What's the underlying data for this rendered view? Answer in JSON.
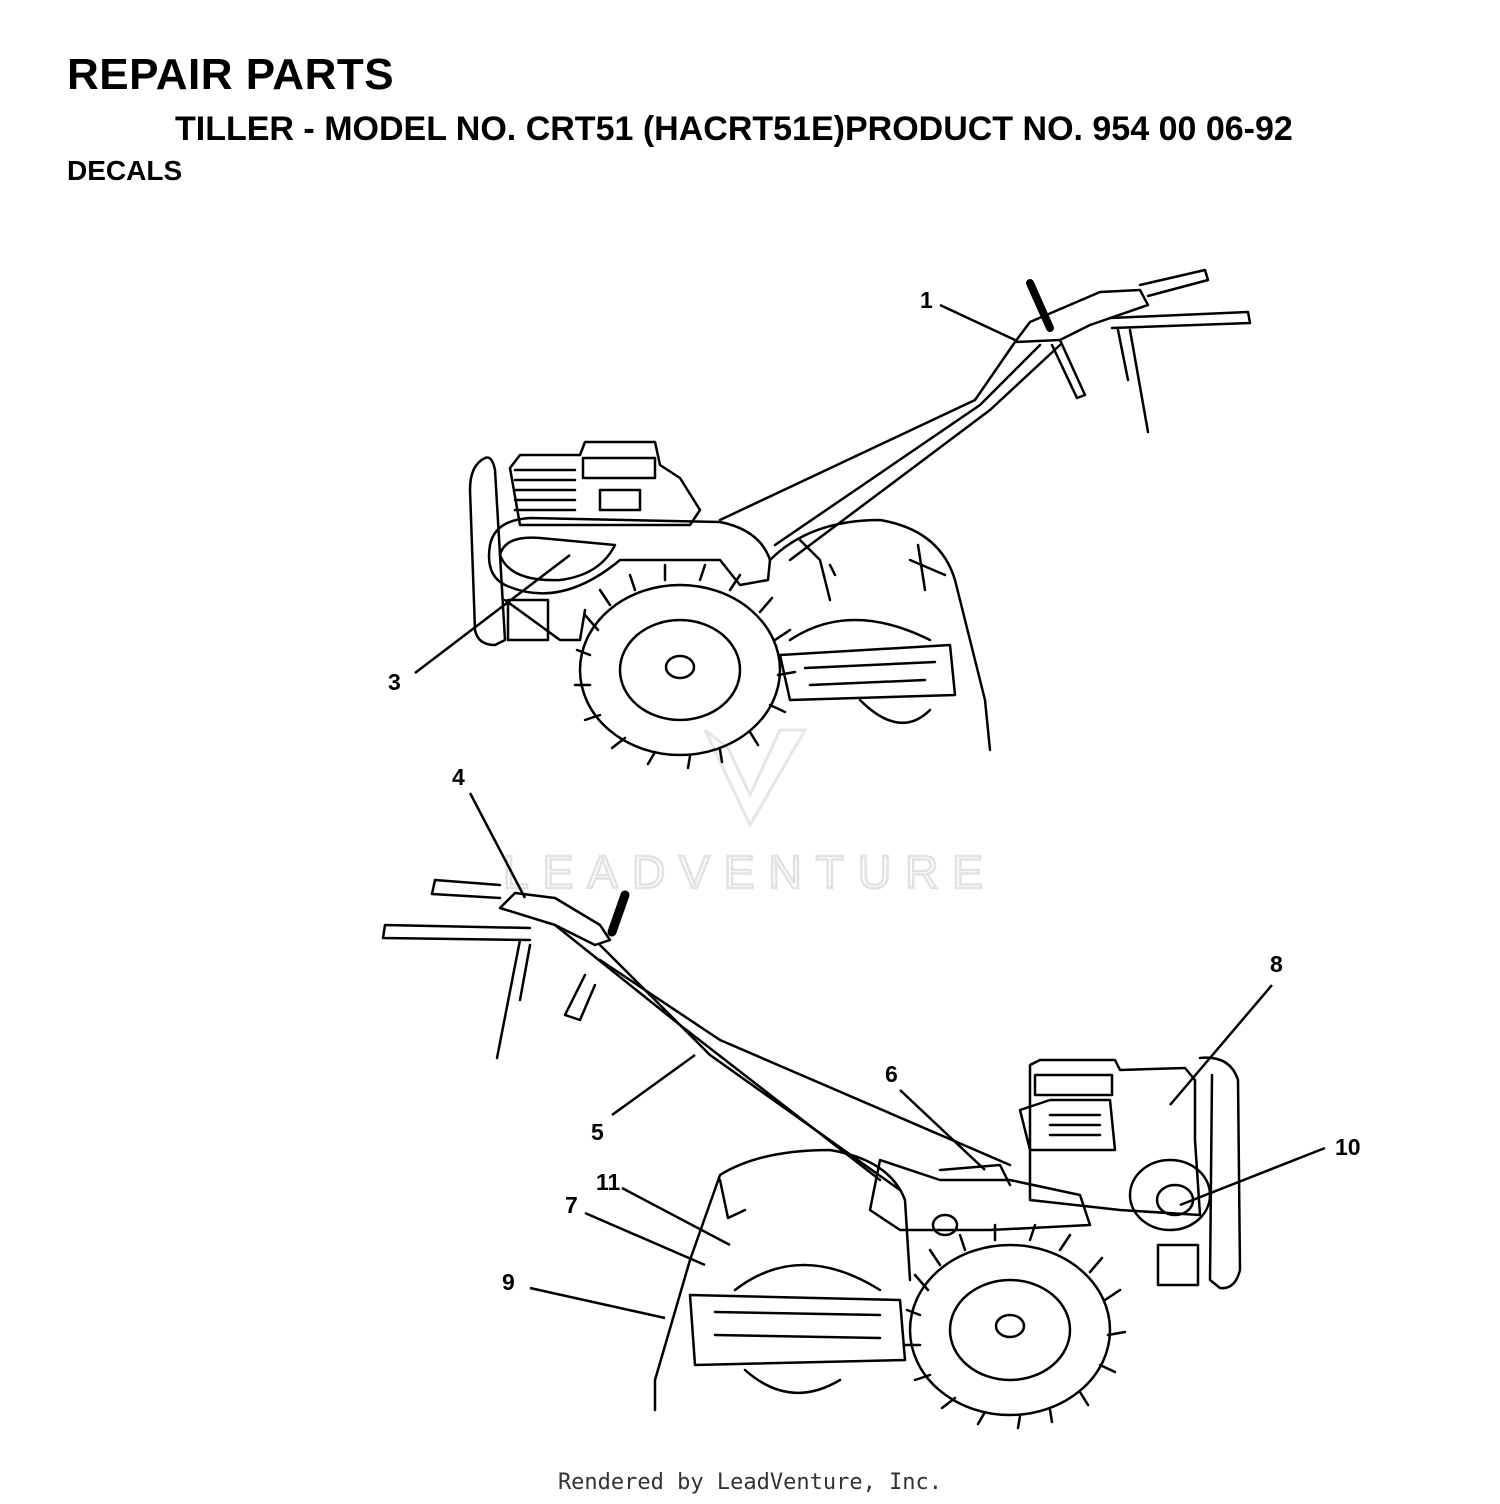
{
  "header": {
    "title": "REPAIR PARTS",
    "subtitle": "TILLER - MODEL NO. CRT51 (HACRT51E)PRODUCT NO. 954 00 06-92",
    "section": "DECALS"
  },
  "callouts": [
    {
      "label": "1"
    },
    {
      "label": "3"
    },
    {
      "label": "4"
    },
    {
      "label": "5"
    },
    {
      "label": "6"
    },
    {
      "label": "7"
    },
    {
      "label": "8"
    },
    {
      "label": "9"
    },
    {
      "label": "10"
    },
    {
      "label": "11"
    }
  ],
  "watermark": {
    "text": "LEADVENTURE"
  },
  "footer": {
    "text": "Rendered by LeadVenture, Inc."
  },
  "colors": {
    "ink": "#000000",
    "watermark": "#e2e2e2",
    "background": "#ffffff"
  }
}
